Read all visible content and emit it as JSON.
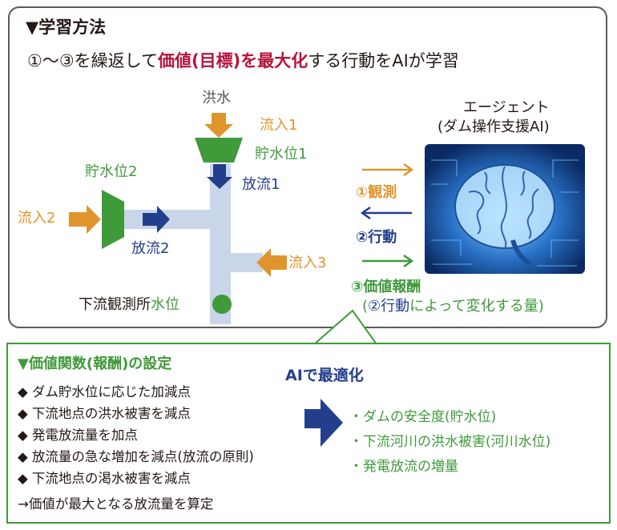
{
  "top": {
    "heading": "▼学習方法",
    "subtitle_pre": "①〜③を繰返して",
    "subtitle_highlight": "価値(目標)を最大化",
    "subtitle_post": "する行動をAIが学習"
  },
  "diagram": {
    "flood": "洪水",
    "inflow1": "流入1",
    "storage1": "貯水位1",
    "discharge1": "放流1",
    "storage2": "貯水位2",
    "inflow2": "流入2",
    "discharge2": "放流2",
    "inflow3": "流入3",
    "downstream_pre": "下流観測所",
    "downstream_post": "水位",
    "agent_line1": "エージェント",
    "agent_line2": "(ダム操作支援AI)",
    "observe": "①観測",
    "action": "②行動",
    "reward": "③価値報酬",
    "reward_note_pre": "(",
    "reward_note_blue": "②行動",
    "reward_note_post": "によって変化する量)"
  },
  "bottom": {
    "heading": "▼価値関数(報酬)の設定",
    "items": [
      "◆ ダム貯水位に応じた加減点",
      "◆ 下流地点の洪水被害を減点",
      "◆ 発電放流量を加点",
      "◆ 放流量の急な増加を減点(放流の原則)",
      "◆ 下流地点の渇水被害を減点"
    ],
    "conclusion": "→価値が最大となる放流量を算定",
    "optimize": "AIで最適化",
    "results": [
      "・ダムの安全度(貯水位)",
      "・下流河川の洪水被害(河川水位)",
      "・発電放流の増量"
    ]
  },
  "colors": {
    "orange": "#e0952c",
    "green": "#3f9a3a",
    "blue": "#233f8c",
    "red": "#b8123c",
    "channel": "#c9d6ea"
  }
}
